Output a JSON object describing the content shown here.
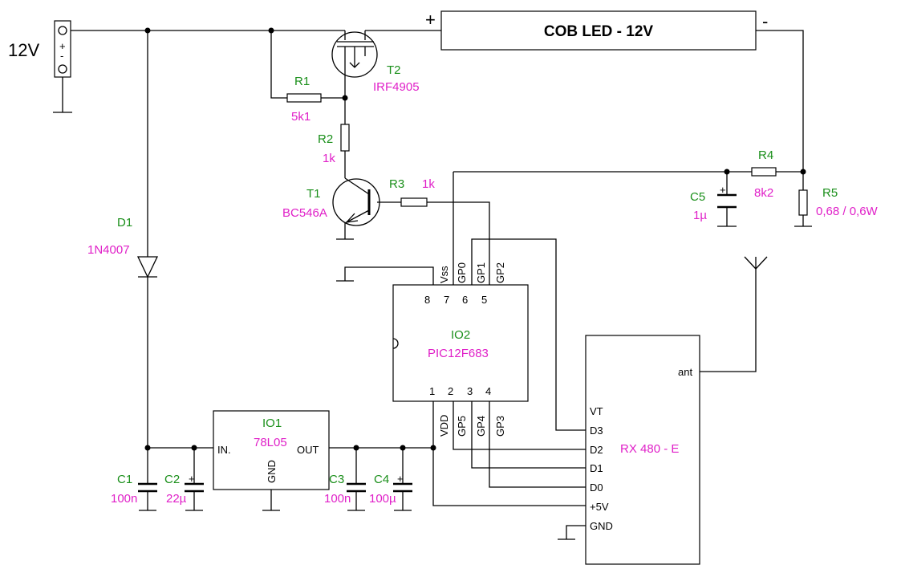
{
  "supply": {
    "voltage_label": "12V",
    "plus": "+",
    "minus": "-"
  },
  "led": {
    "label": "COB  LED - 12V",
    "plus": "+",
    "minus": "-"
  },
  "components": {
    "r1": {
      "ref": "R1",
      "value": "5k1"
    },
    "r2": {
      "ref": "R2",
      "value": "1k"
    },
    "r3": {
      "ref": "R3",
      "value": "1k"
    },
    "r4": {
      "ref": "R4",
      "value": "8k2"
    },
    "r5": {
      "ref": "R5",
      "value": "0,68 / 0,6W"
    },
    "t1": {
      "ref": "T1",
      "value": "BC546A"
    },
    "t2": {
      "ref": "T2",
      "value": "IRF4905"
    },
    "d1": {
      "ref": "D1",
      "value": "1N4007"
    },
    "c1": {
      "ref": "C1",
      "value": "100n"
    },
    "c2": {
      "ref": "C2",
      "value": "22µ"
    },
    "c3": {
      "ref": "C3",
      "value": "100n"
    },
    "c4": {
      "ref": "C4",
      "value": "100µ"
    },
    "c5": {
      "ref": "C5",
      "value": "1µ"
    },
    "io1": {
      "ref": "IO1",
      "value": "78L05",
      "pin_in": "IN.",
      "pin_out": "OUT",
      "pin_gnd": "GND"
    },
    "io2": {
      "ref": "IO2",
      "value": "PIC12F683",
      "top_pins": [
        "Vss",
        "GP0",
        "GP1",
        "GP2"
      ],
      "top_nums": [
        "8",
        "7",
        "6",
        "5"
      ],
      "bottom_pins": [
        "VDD",
        "GP5",
        "GP4",
        "GP3"
      ],
      "bottom_nums": [
        "1",
        "2",
        "3",
        "4"
      ]
    },
    "rx": {
      "label": "RX 480 - E",
      "ant": "ant",
      "pins": [
        "VT",
        "D3",
        "D2",
        "D1",
        "D0",
        "+5V",
        "GND"
      ]
    }
  }
}
